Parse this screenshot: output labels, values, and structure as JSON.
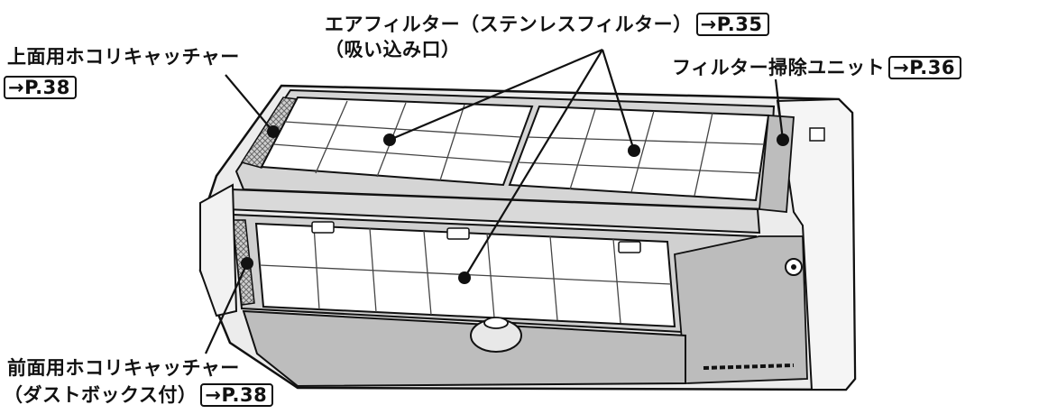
{
  "labels": {
    "air_filter": {
      "text": "エアフィルター（ステンレスフィルター）",
      "sub": "（吸い込み口）",
      "ref": "→P.35"
    },
    "top_dust_catcher": {
      "text": "上面用ホコリキャッチャー",
      "ref": "→P.38"
    },
    "filter_cleaning_unit": {
      "text": "フィルター掃除ユニット",
      "ref": "→P.36"
    },
    "front_dust_catcher": {
      "text": "前面用ホコリキャッチャー",
      "sub": "（ダストボックス付）",
      "ref": "→P.38"
    }
  },
  "colors": {
    "line": "#111111",
    "body": "#ededed",
    "panel": "#c9c9c9",
    "filter": "#ffffff"
  }
}
